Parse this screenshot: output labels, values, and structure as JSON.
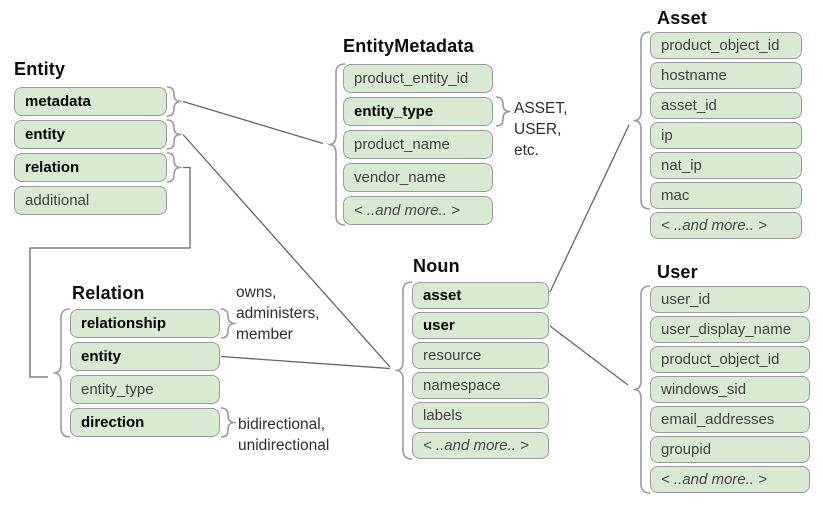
{
  "diagram": {
    "tables": {
      "entity": {
        "title": "Entity",
        "rows": [
          "metadata",
          "entity",
          "relation",
          "additional"
        ]
      },
      "entity_metadata": {
        "title": "EntityMetadata",
        "rows": [
          "product_entity_id",
          "entity_type",
          "product_name",
          "vendor_name",
          "< ..and more.. >"
        ]
      },
      "asset": {
        "title": "Asset",
        "rows": [
          "product_object_id",
          "hostname",
          "asset_id",
          "ip",
          "nat_ip",
          "mac",
          "< ..and more.. >"
        ]
      },
      "user": {
        "title": "User",
        "rows": [
          "user_id",
          "user_display_name",
          "product_object_id",
          "windows_sid",
          "email_addresses",
          "groupid",
          "< ..and more.. >"
        ]
      },
      "relation": {
        "title": "Relation",
        "rows": [
          "relationship",
          "entity",
          "entity_type",
          "direction"
        ]
      },
      "noun": {
        "title": "Noun",
        "rows": [
          "asset",
          "user",
          "resource",
          "namespace",
          "labels",
          "< ..and more.. >"
        ]
      }
    },
    "annotations": {
      "entity_type_values": "ASSET,\nUSER,\netc.",
      "relationship_values": "owns,\nadministers,\nmember",
      "direction_values": "bidirectional,\nunidirectional"
    },
    "colors": {
      "row_fill": "#d9ead3",
      "row_border": "#9b9b9b",
      "arrow": "#666666",
      "brace": "#9b9b9b"
    }
  }
}
